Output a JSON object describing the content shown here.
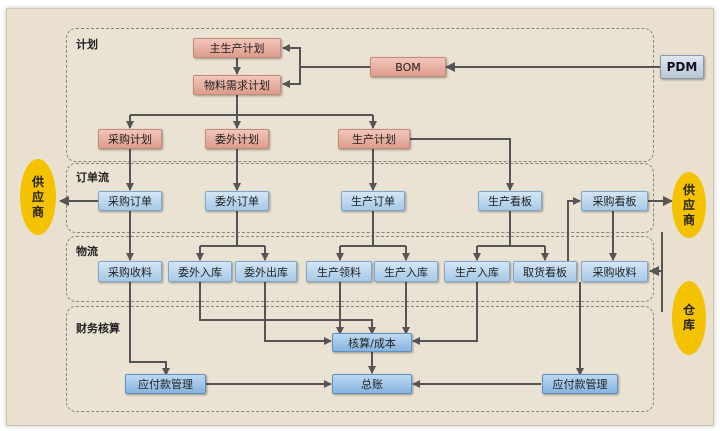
{
  "regions": {
    "plan": "计划",
    "order": "订单流",
    "logistics": "物流",
    "finance": "财务核算"
  },
  "nodes": {
    "mps": "主生产计划",
    "mrp": "物料需求计划",
    "bom": "BOM",
    "pdm": "PDM",
    "purchase_plan": "采购计划",
    "outsource_plan": "委外计划",
    "production_plan": "生产计划",
    "purchase_order": "采购订单",
    "outsource_order": "委外订单",
    "production_order": "生产订单",
    "production_kanban": "生产看板",
    "purchase_kanban": "采购看板",
    "purchase_receive": "采购收料",
    "outsource_in": "委外入库",
    "outsource_out": "委外出库",
    "production_pick": "生产领料",
    "production_in_1": "生产入库",
    "production_in_2": "生产入库",
    "pickup_kanban": "取货看板",
    "purchase_receive_2": "采购收料",
    "cost_accounting": "核算/成本",
    "general_ledger": "总账",
    "ap_left": "应付款管理",
    "ap_right": "应付款管理"
  },
  "externals": {
    "supplier_left": "供应商",
    "supplier_right": "供应商",
    "warehouse": "仓库"
  },
  "colors": {
    "plan_node": "#e8b0a2",
    "flow_node": "#b9d5ee",
    "finance_node": "#8fbbe2",
    "external": "#f4c200",
    "arrow": "#555555"
  }
}
